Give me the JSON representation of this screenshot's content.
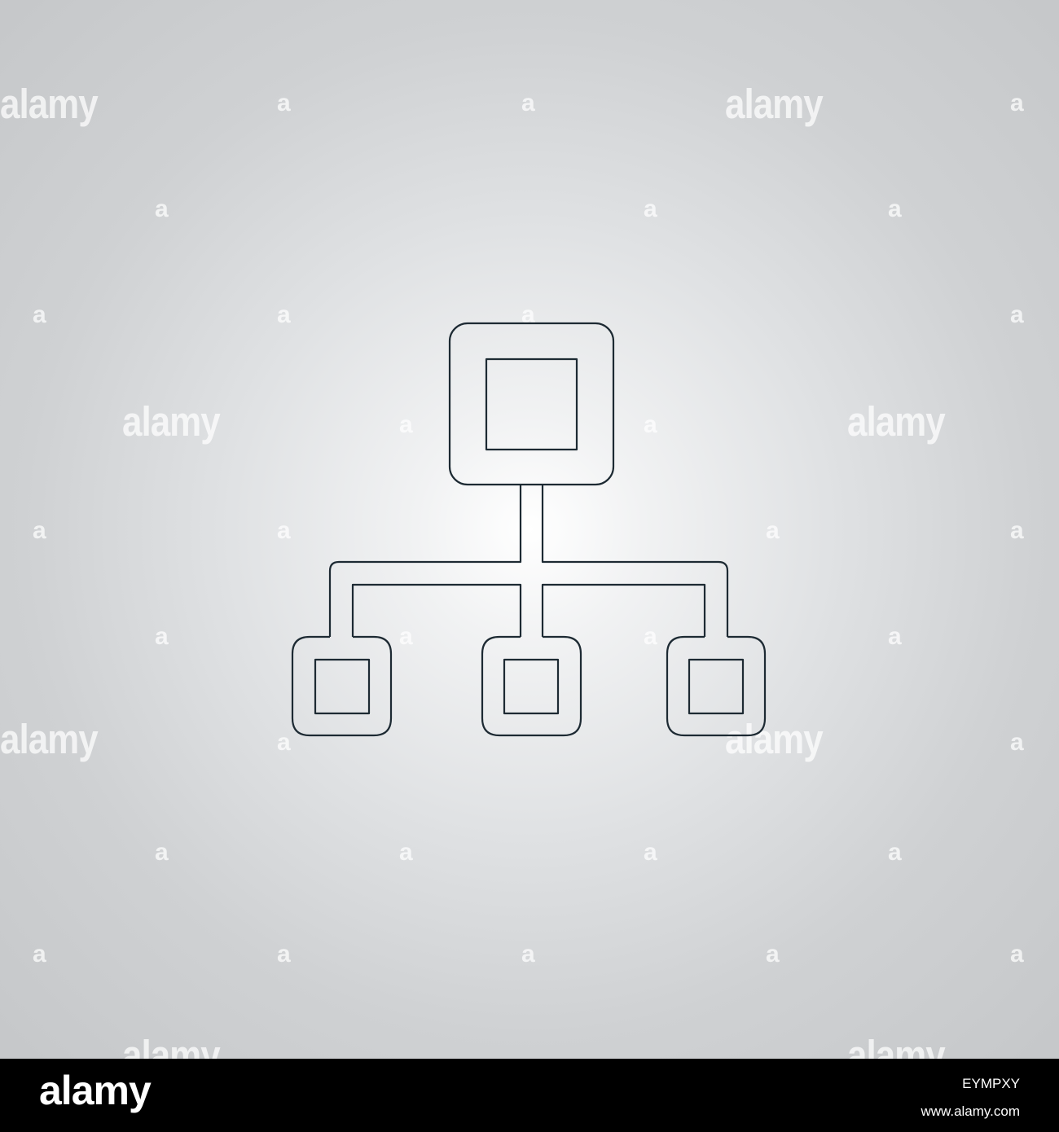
{
  "watermark": {
    "brand_text": "alamy",
    "glyph_text": "a"
  },
  "icon": {
    "name": "hierarchy-structure",
    "stroke_color": "#1d2a33"
  },
  "footer": {
    "logo_text": "alamy",
    "image_id": "EYMPXY",
    "site": "www.alamy.com"
  },
  "colors": {
    "background_center": "#ffffff",
    "background_edge": "#c3c5c7",
    "footer_bar": "#000000"
  }
}
